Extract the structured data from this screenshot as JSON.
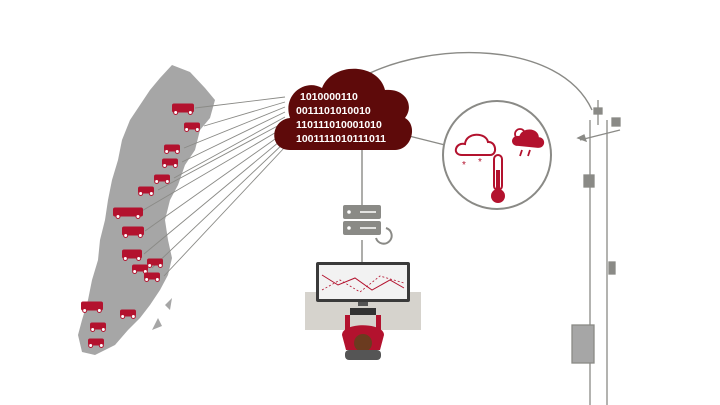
{
  "cloud": {
    "binary_lines": [
      "1010000110",
      "0011101010010",
      "110111010001010",
      "1001111010111011"
    ]
  },
  "colors": {
    "cloud": "#5e0a0a",
    "accent": "#b3122e",
    "map": "#a6a6a6",
    "line": "#8a8a86",
    "desk": "#d6d3cd"
  }
}
